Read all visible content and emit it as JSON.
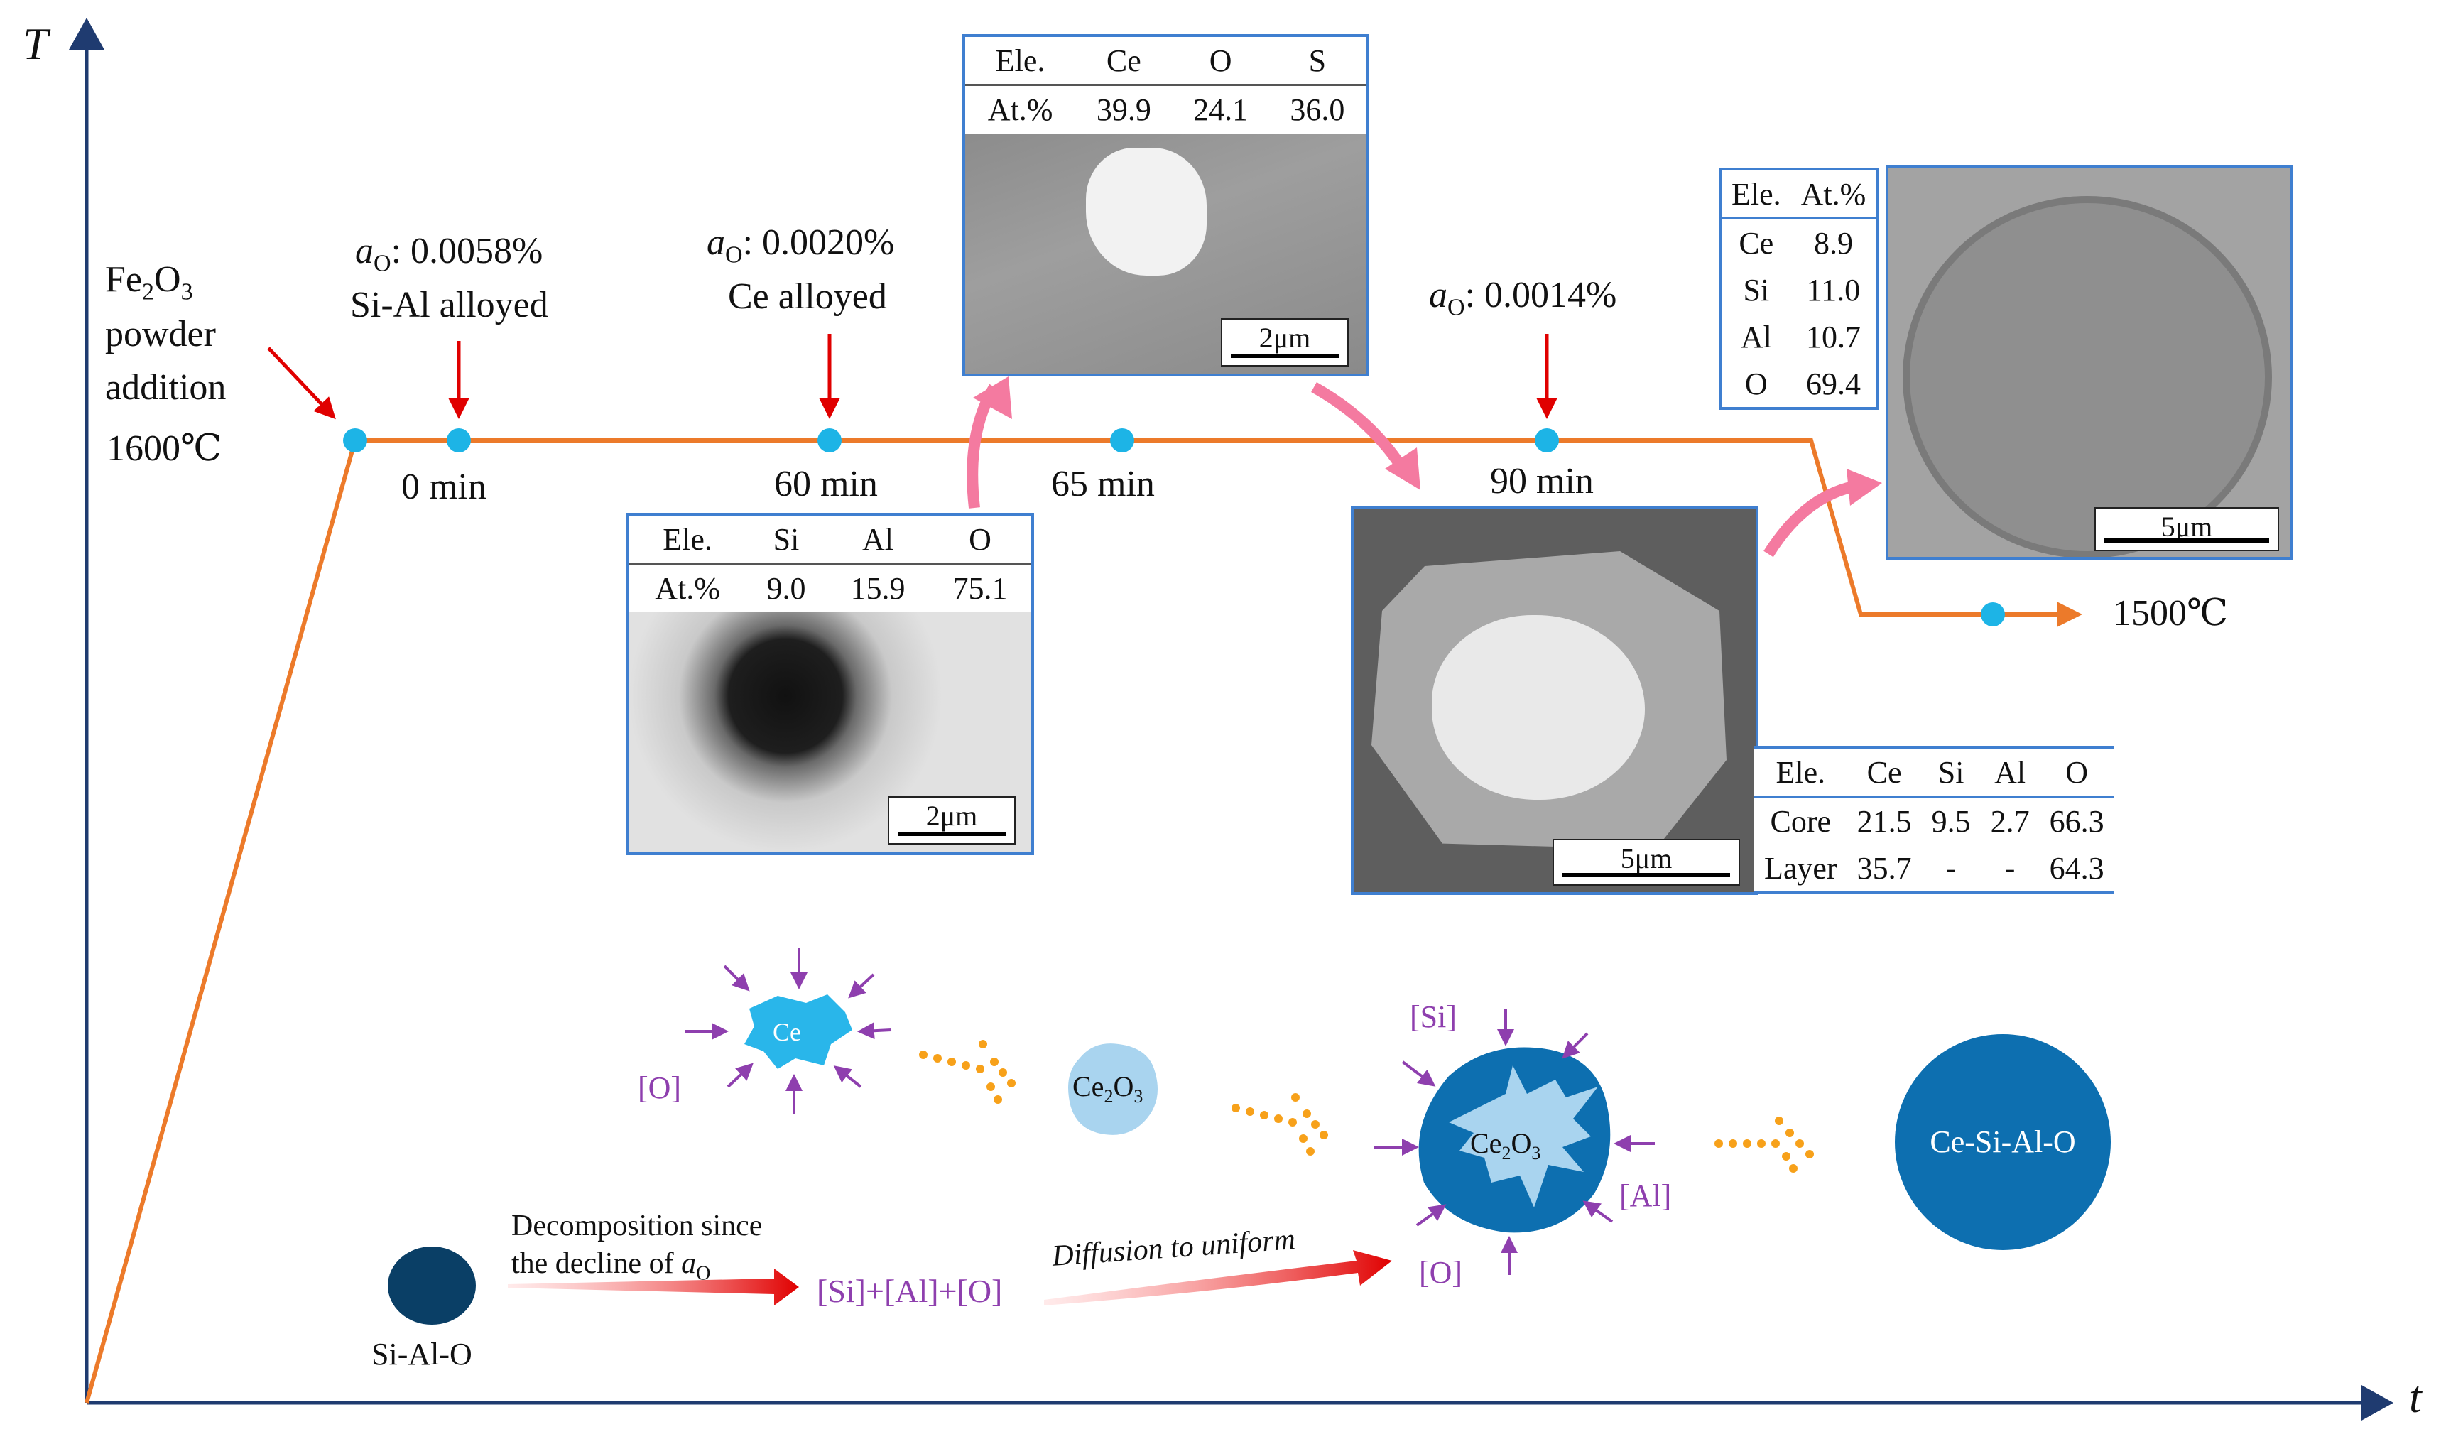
{
  "axes": {
    "y_label": "T",
    "x_label": "t"
  },
  "annotations": {
    "fe2o3_line1": "Fe2O3",
    "fe2o3_line2": "powder",
    "fe2o3_line3": "addition",
    "start_temp": "1600℃",
    "ao_0058": "aO: 0.0058%",
    "sial_alloyed": "Si-Al alloyed",
    "ao_0020": "aO: 0.0020%",
    "ce_alloyed": "Ce alloyed",
    "ao_0014": "aO: 0.0014%",
    "end_temp": "1500℃"
  },
  "time_labels": [
    "0 min",
    "60 min",
    "65 min",
    "90 min"
  ],
  "inset_sial": {
    "headers": [
      "Ele.",
      "Si",
      "Al",
      "O"
    ],
    "row": [
      "At.%",
      "9.0",
      "15.9",
      "75.1"
    ],
    "scale": "2μm"
  },
  "inset_ce": {
    "headers": [
      "Ele.",
      "Ce",
      "O",
      "S"
    ],
    "row": [
      "At.%",
      "39.9",
      "24.1",
      "36.0"
    ],
    "scale": "2μm"
  },
  "inset_core": {
    "headers": [
      "Ele.",
      "Ce",
      "Si",
      "Al",
      "O"
    ],
    "rows": [
      [
        "Core",
        "21.5",
        "9.5",
        "2.7",
        "66.3"
      ],
      [
        "Layer",
        "35.7",
        "-",
        "-",
        "64.3"
      ]
    ],
    "scale": "5μm"
  },
  "inset_final": {
    "headers": [
      "Ele.",
      "At.%"
    ],
    "rows": [
      [
        "Ce",
        "8.9"
      ],
      [
        "Si",
        "11.0"
      ],
      [
        "Al",
        "10.7"
      ],
      [
        "O",
        "69.4"
      ]
    ],
    "scale": "5μm"
  },
  "mechanism": {
    "ce_label": "Ce",
    "o_label": "[O]",
    "ce2o3_label": "Ce2O3",
    "si_label": "[Si]",
    "al_label": "[Al]",
    "o_label2": "[O]",
    "core_label": "Ce2O3",
    "final_label": "Ce-Si-Al-O",
    "sialo_label": "Si-Al-O",
    "decomp_line1": "Decomposition since",
    "decomp_line2": "the decline of aO",
    "products": "[Si]+[Al]+[O]",
    "diffusion": "Diffusion to uniform"
  },
  "colors": {
    "profile": "#ec7a2a",
    "dot": "#1db4e6",
    "red_arrow": "#e00000",
    "pink_arrow": "#f47aa0",
    "inset_border": "#3f7fd0",
    "purple": "#8e3fae",
    "orange_dots": "#f7a11a",
    "ce_blob": "#29b6ea",
    "ce2o3": "#a9d4ef",
    "final": "#0d6fb0",
    "sialo": "#0a3f66"
  }
}
